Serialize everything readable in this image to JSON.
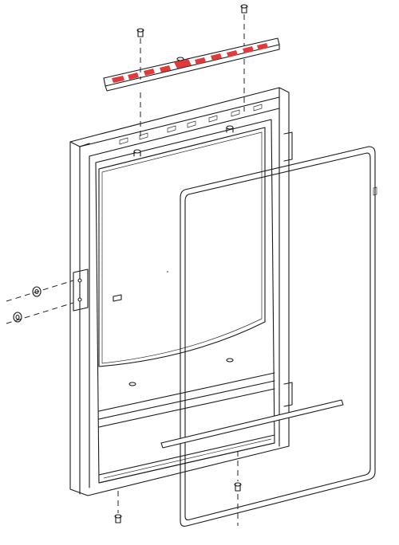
{
  "diagram": {
    "kind": "exploded-assembly-view",
    "colors": {
      "line": "#1a1a1a",
      "highlight": "#e03a3a",
      "background": "#ffffff"
    },
    "parts": [
      {
        "name": "top-trim-bar",
        "highlighted": true
      },
      {
        "name": "frame-body",
        "highlighted": false
      },
      {
        "name": "glass-panel",
        "highlighted": false
      },
      {
        "name": "gasket-seal",
        "highlighted": false
      },
      {
        "name": "bottom-rod",
        "highlighted": false
      },
      {
        "name": "hinge-bracket",
        "highlighted": false
      },
      {
        "name": "screws",
        "highlighted": false
      },
      {
        "name": "washers",
        "highlighted": false
      }
    ]
  }
}
